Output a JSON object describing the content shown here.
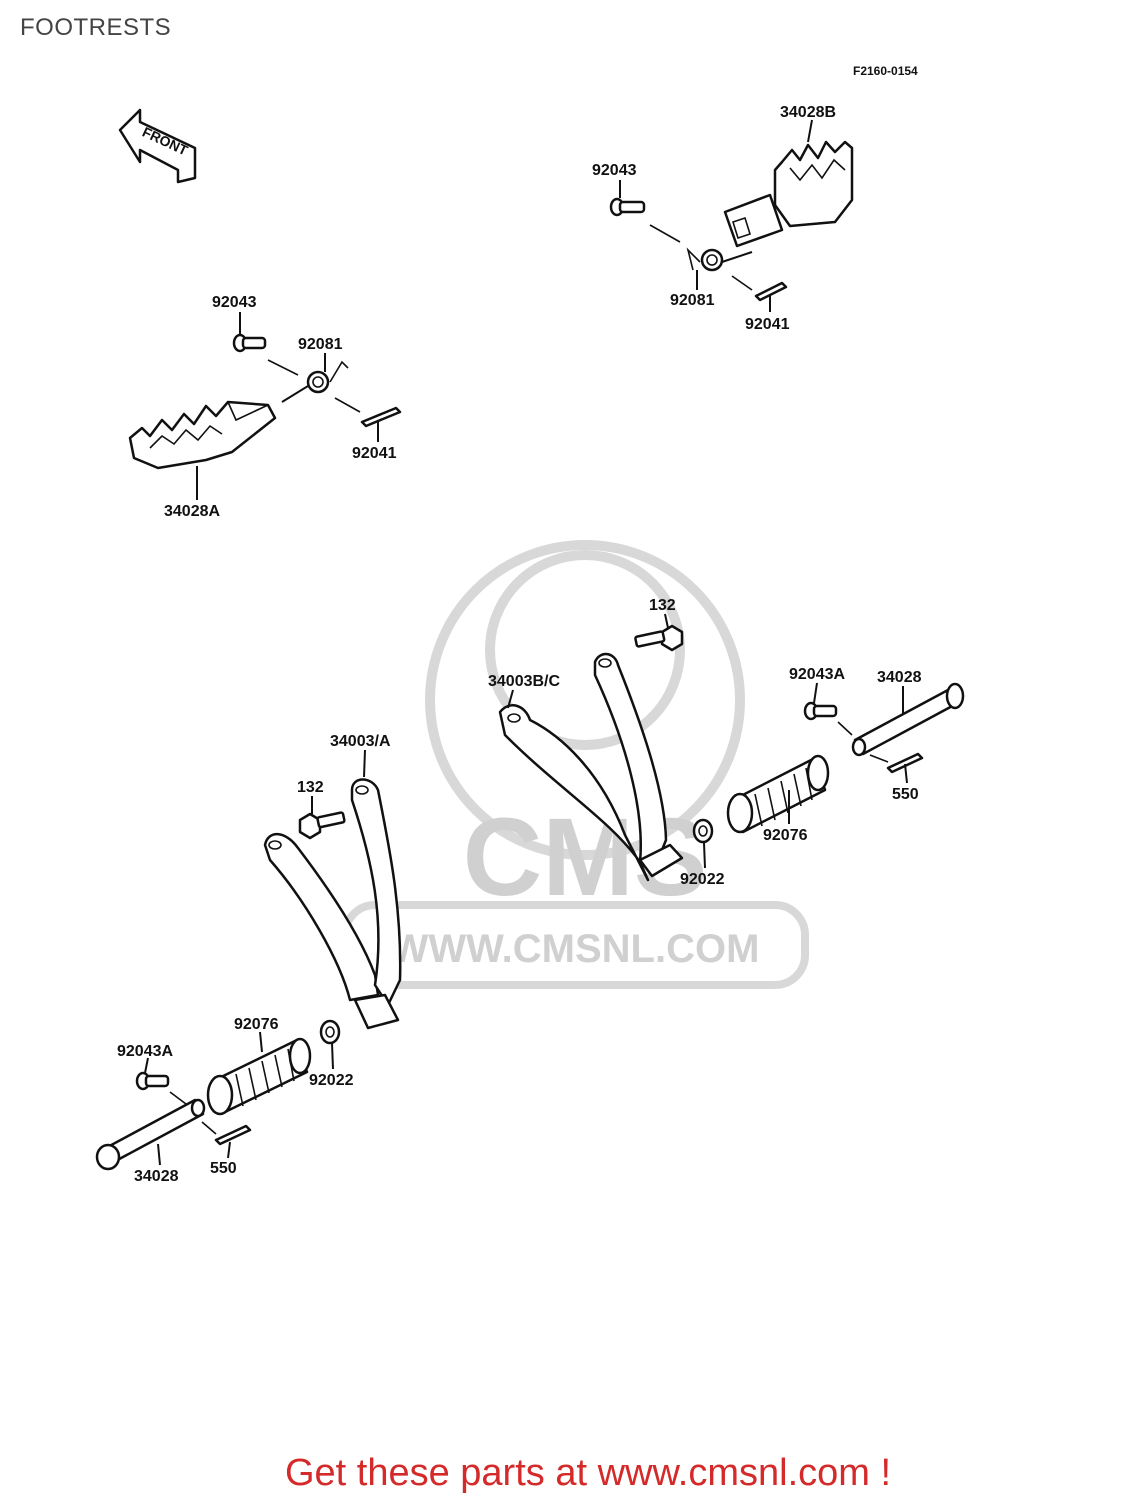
{
  "page": {
    "title": "FOOTRESTS",
    "diagram_code": "F2160-0154",
    "front_arrow_label": "FRONT",
    "footer_link_text": "Get these parts at www.cmsnl.com !"
  },
  "watermark": {
    "brand": "CMS",
    "url": "WWW.CMSNL.COM"
  },
  "callouts": {
    "p_92043_top_right": "92043",
    "p_34028B": "34028B",
    "p_92081_top_right": "92081",
    "p_92041_top_right": "92041",
    "p_92043_left": "92043",
    "p_92081_left": "92081",
    "p_92041_left": "92041",
    "p_34028A": "34028A",
    "p_132_right": "132",
    "p_34003BC": "34003B/C",
    "p_92043A_right": "92043A",
    "p_34028_right": "34028",
    "p_550_right": "550",
    "p_92076_right": "92076",
    "p_92022_right": "92022",
    "p_34003A": "34003/A",
    "p_132_left": "132",
    "p_92076_left": "92076",
    "p_92043A_left": "92043A",
    "p_92022_left": "92022",
    "p_34028_left": "34028",
    "p_550_left": "550"
  },
  "colors": {
    "title": "#444444",
    "footer": "#d42a2a",
    "line_art": "#111111",
    "watermark": "#d0d0d0"
  }
}
